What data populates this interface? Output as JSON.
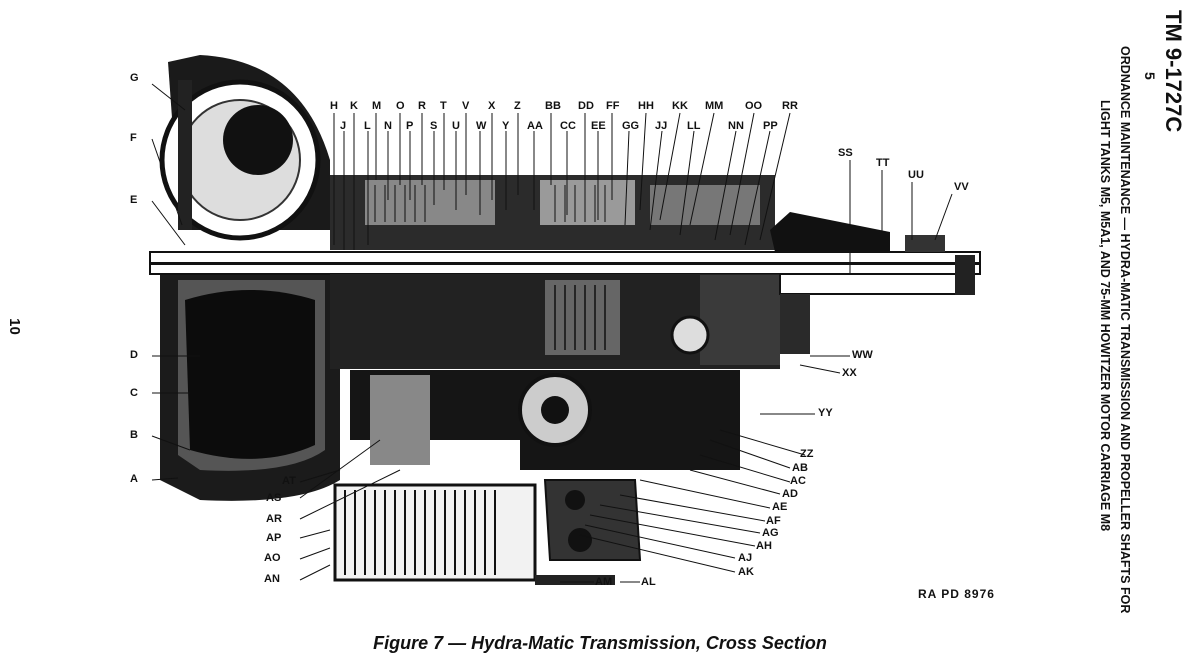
{
  "header": {
    "tm_number": "TM 9-1727C",
    "page_number": "5",
    "line1": "ORDNANCE MAINTENANCE — HYDRA-MATIC TRANSMISSION AND PROPELLER SHAFTS FOR",
    "line2": "LIGHT TANKS M5, M5A1, AND 75-MM HOWITZER MOTOR CARRIAGE M8"
  },
  "page_side_number": "10",
  "reference": "RA PD 8976",
  "caption": "Figure 7 — Hydra-Matic Transmission, Cross Section",
  "labels": {
    "top": [
      "H",
      "K",
      "M",
      "O",
      "R",
      "T",
      "V",
      "X",
      "Z",
      "BB",
      "DD",
      "FF",
      "HH",
      "KK",
      "MM",
      "OO",
      "RR"
    ],
    "top2": [
      "J",
      "L",
      "N",
      "P",
      "S",
      "U",
      "W",
      "Y",
      "AA",
      "CC",
      "EE",
      "GG",
      "JJ",
      "LL",
      "NN",
      "PP"
    ],
    "right_shaft": [
      "SS",
      "TT",
      "UU",
      "VV"
    ],
    "left": [
      "G",
      "F",
      "E",
      "D",
      "C",
      "B",
      "A"
    ],
    "lower_left": [
      "AT",
      "AS",
      "AR",
      "AP",
      "AO",
      "AN"
    ],
    "bottom": [
      "AM",
      "AL"
    ],
    "right": [
      "WW",
      "XX",
      "YY",
      "ZZ",
      "AB",
      "AC",
      "AD",
      "AE",
      "AF",
      "AG",
      "AH",
      "AJ",
      "AK"
    ]
  }
}
